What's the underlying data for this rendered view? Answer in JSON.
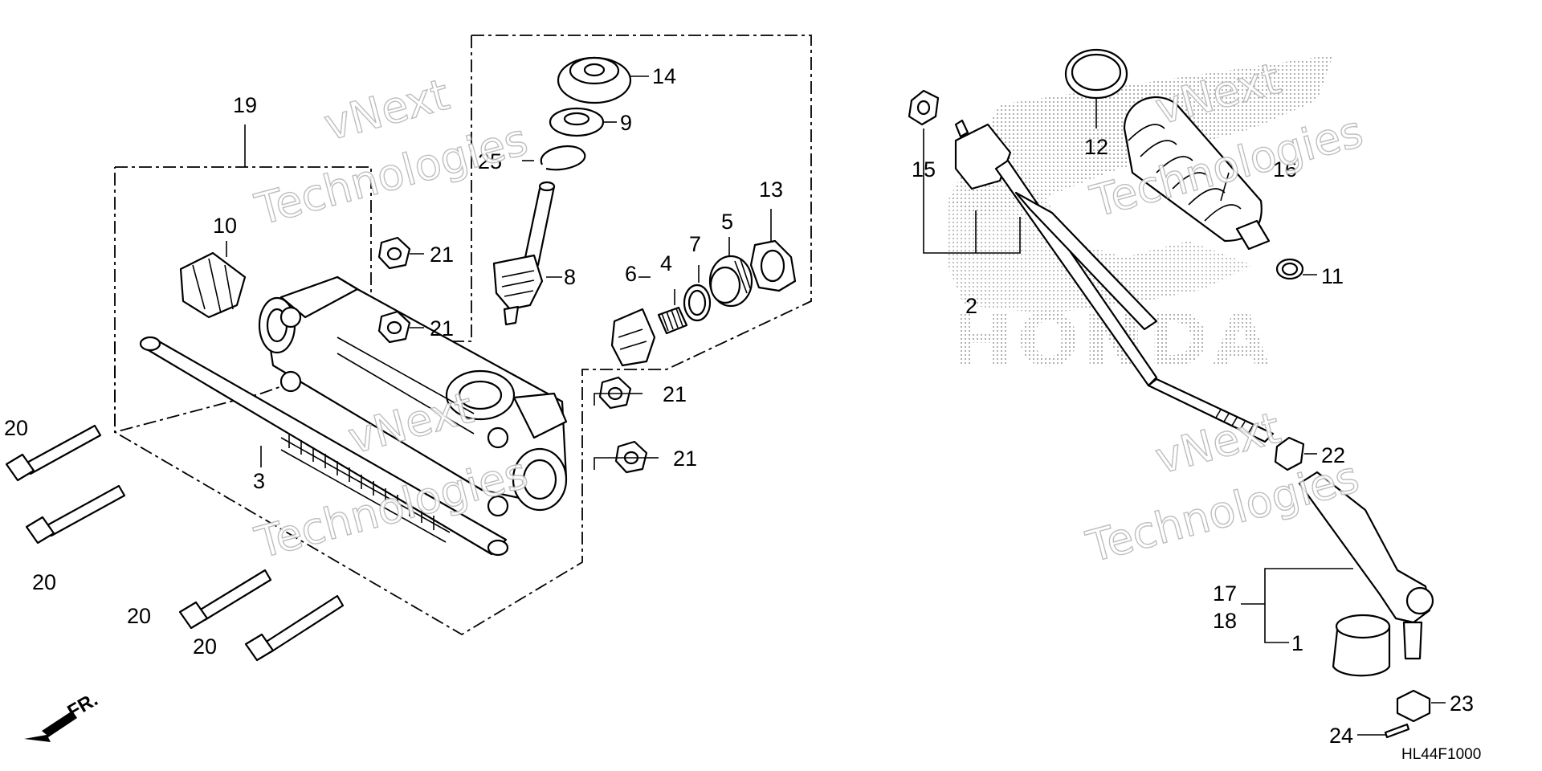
{
  "diagram_code": "HL44F1000",
  "front_marker": "FR.",
  "watermark": {
    "line1": "vNext",
    "line2": "Technologies"
  },
  "brand_background": "HONDA",
  "callouts": {
    "c1": "1",
    "c2": "2",
    "c3": "3",
    "c4": "4",
    "c5": "5",
    "c6": "6",
    "c7": "7",
    "c8": "8",
    "c9": "9",
    "c10": "10",
    "c11": "11",
    "c12": "12",
    "c13": "13",
    "c14": "14",
    "c15": "15",
    "c16": "16",
    "c17": "17",
    "c18": "18",
    "c19": "19",
    "c20": "20",
    "c21": "21",
    "c22": "22",
    "c23": "23",
    "c24": "24",
    "c25": "25"
  }
}
